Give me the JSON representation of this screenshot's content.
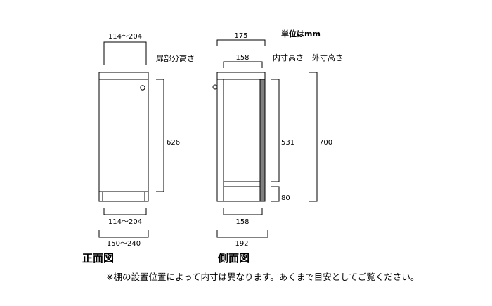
{
  "unit_label": "単位はmm",
  "front_view": {
    "title": "正面図",
    "top_width": "114〜204",
    "door_height_label": "扉部分高さ",
    "door_height": "626",
    "inner_bottom_width": "114〜204",
    "outer_bottom_width": "150〜240"
  },
  "side_view": {
    "title": "側面図",
    "outer_depth_top": "175",
    "inner_depth_top": "158",
    "inner_height_label": "内寸高さ",
    "outer_height_label": "外寸高さ",
    "inner_height": "531",
    "outer_height": "700",
    "base_height": "80",
    "inner_depth_bottom": "158",
    "outer_depth_bottom": "192"
  },
  "footnote": "※棚の設置位置によって内寸は異なります。あくまで目安としてご覧ください。",
  "colors": {
    "line": "#000000",
    "side_panel": "#808080"
  }
}
